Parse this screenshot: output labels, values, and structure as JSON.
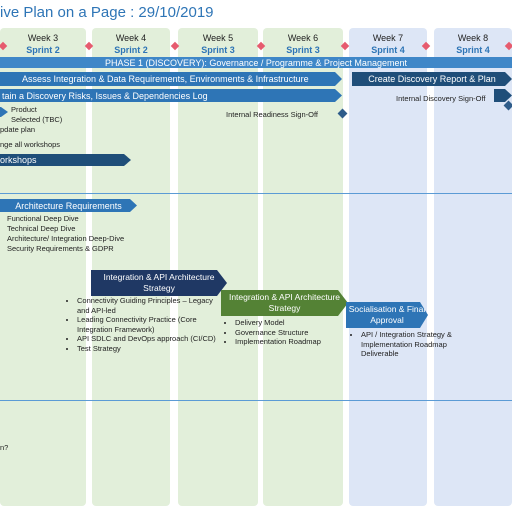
{
  "header": {
    "title": "ive Plan on a Page : 29/10/2019"
  },
  "weeks": [
    {
      "week": "Week 3",
      "sprint": "Sprint 2"
    },
    {
      "week": "Week 4",
      "sprint": "Sprint 2"
    },
    {
      "week": "Week 5",
      "sprint": "Sprint 3"
    },
    {
      "week": "Week 6",
      "sprint": "Sprint 3"
    },
    {
      "week": "Week 7",
      "sprint": "Sprint 4"
    },
    {
      "week": "Week 8",
      "sprint": "Sprint 4"
    }
  ],
  "colors": {
    "green_col": "#E2EFDA",
    "blue_col": "#DDE6F6",
    "accent": "#2E75B6",
    "dark": "#1F4E79",
    "green_bar": "#548235",
    "milestone": "#E65B6E"
  },
  "phase": "PHASE 1 (DISCOVERY): Governance / Programme & Project Management",
  "bars": {
    "assess": "Assess Integration & Data Requirements, Environments & Infrastructure",
    "create_report": "Create Discovery Report & Plan",
    "maintain": "tain a Discovery Risks, Issues & Dependencies Log",
    "workshops": "orkshops",
    "arch_req": "Architecture Requirements",
    "int_api_1": "Integration & API Architecture Strategy",
    "int_api_2": "Integration & API Architecture Strategy",
    "socialisation": "Socialisation & Final Approval"
  },
  "milestones": {
    "internal_readiness": "Internal Readiness Sign-Off",
    "internal_discovery": "Internal Discovery Sign-Off"
  },
  "left_notes": [
    "Product",
    "Selected (TBC)",
    "pdate plan",
    "nge all workshops"
  ],
  "arch_items": [
    "Functional Deep Dive",
    "Technical Deep Dive",
    "Architecture/ Integration Deep-Dive",
    "Security Requirements & GDPR"
  ],
  "strategy_items_1": [
    "Connectivity Guiding Principles – Legacy and API-led",
    "Leading Connectivity Practice (Core Integration Framework)",
    "API SDLC and DevOps approach (CI/CD)",
    "Test Strategy"
  ],
  "strategy_items_2": [
    "Delivery Model",
    "Governance Structure",
    "Implementation Roadmap"
  ],
  "approval_items": [
    "API / Integration Strategy & Implementation Roadmap Deliverable"
  ],
  "bottom_note": "n?"
}
